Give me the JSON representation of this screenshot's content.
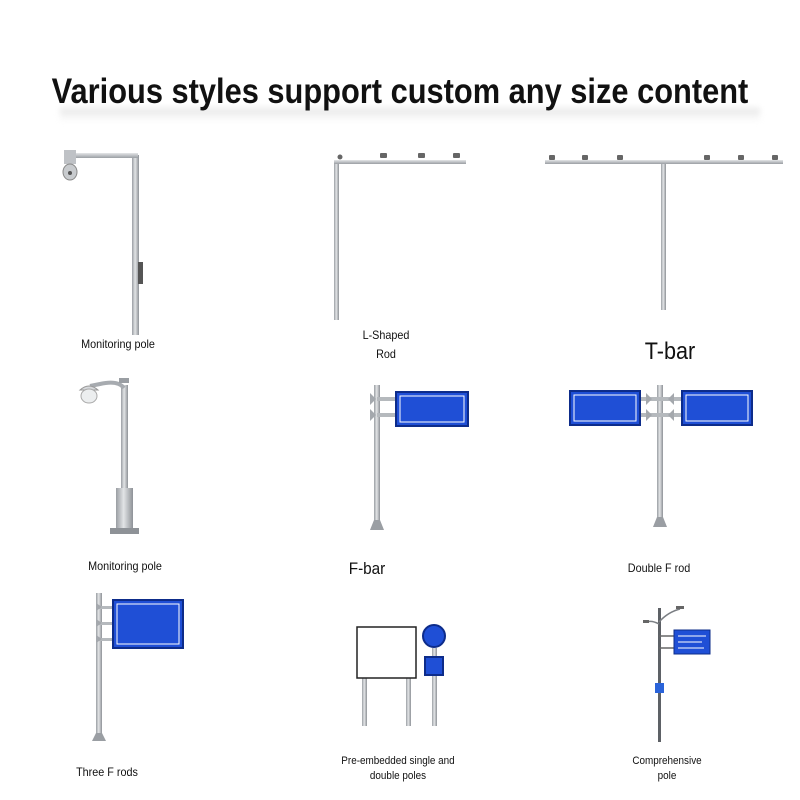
{
  "title": "Various styles support custom any size content",
  "items": [
    {
      "label": "Monitoring pole"
    },
    {
      "label_line1": "L-Shaped",
      "label_line2": "Rod"
    },
    {
      "label": "T-bar"
    },
    {
      "label": "Monitoring pole"
    },
    {
      "label": "F-bar"
    },
    {
      "label": "Double F rod"
    },
    {
      "label": "Three F rods"
    },
    {
      "label_line1": "Pre-embedded single and",
      "label_line2": "double poles"
    },
    {
      "label_line1": "Comprehensive",
      "label_line2": "pole"
    }
  ],
  "colors": {
    "pole": "#b9bcc0",
    "pole_dark": "#8d9196",
    "sign_blue": "#1f4fd6",
    "sign_border": "#0d2c8a"
  }
}
